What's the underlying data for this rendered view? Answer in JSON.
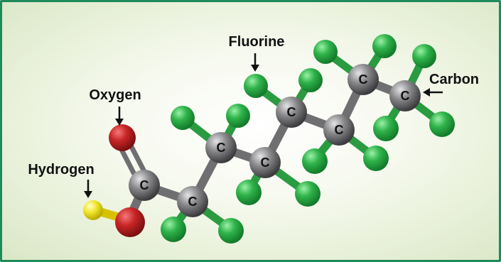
{
  "labels": {
    "fluorine": "Fluorine",
    "oxygen": "Oxygen",
    "hydrogen": "Hydrogen",
    "carbon": "Carbon"
  },
  "carbon_symbol": "C",
  "colors": {
    "border": "#1f8a5b",
    "carbon": "#6f6f72",
    "fluorine": "#2fb34a",
    "oxygen": "#c92626",
    "hydrogen": "#f2e82e",
    "bond": "#7a7a7d"
  }
}
